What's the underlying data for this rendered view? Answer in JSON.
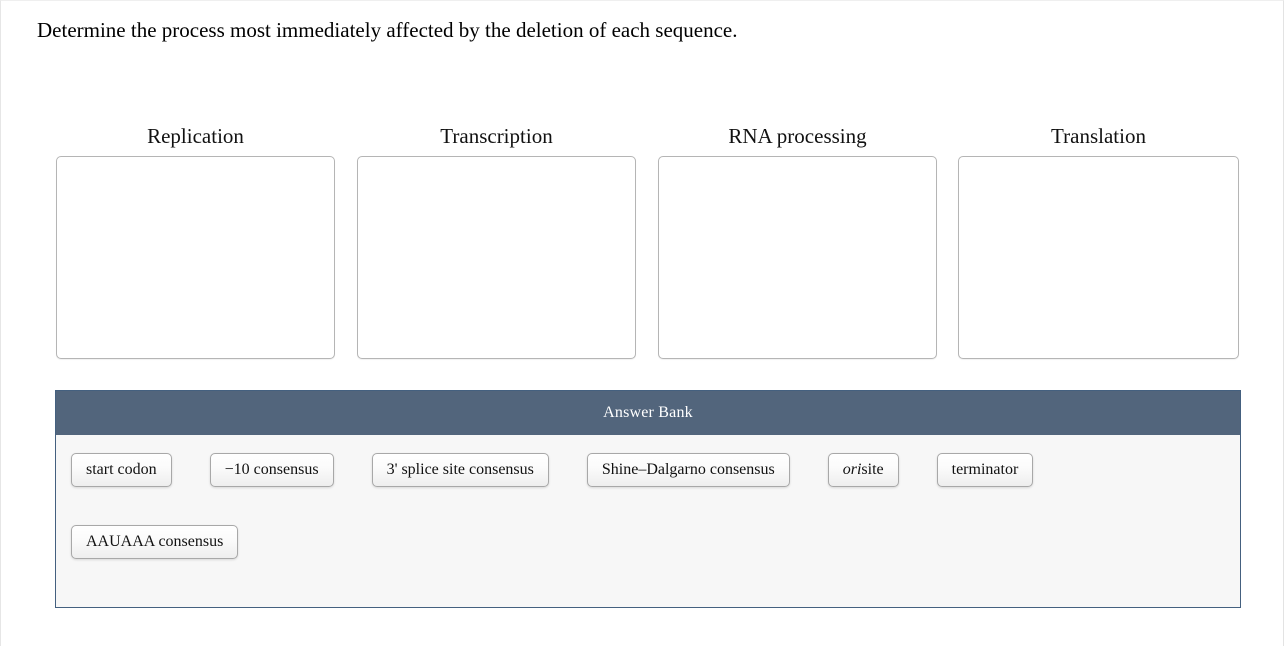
{
  "prompt": "Determine the process most immediately affected by the deletion of each sequence.",
  "categories": [
    {
      "label": "Replication",
      "dropped_items": []
    },
    {
      "label": "Transcription",
      "dropped_items": []
    },
    {
      "label": "RNA processing",
      "dropped_items": []
    },
    {
      "label": "Translation",
      "dropped_items": []
    }
  ],
  "answer_bank": {
    "title": "Answer Bank",
    "rows": [
      [
        {
          "text": "start codon",
          "italic_prefix": ""
        },
        {
          "text": "−10 consensus",
          "italic_prefix": ""
        },
        {
          "text": "3' splice site consensus",
          "italic_prefix": ""
        },
        {
          "text": "Shine–Dalgarno consensus",
          "italic_prefix": ""
        },
        {
          "text": " site",
          "italic_prefix": "ori"
        },
        {
          "text": "terminator",
          "italic_prefix": ""
        }
      ],
      [
        {
          "text": "AAUAAA consensus",
          "italic_prefix": ""
        }
      ]
    ]
  },
  "colors": {
    "header_bar": "#52657c",
    "panel_border": "#44607f",
    "panel_body": "#f7f7f7",
    "dropzone_border": "#b5b5b5",
    "tile_border": "#a8a8a8",
    "text": "#111111"
  }
}
